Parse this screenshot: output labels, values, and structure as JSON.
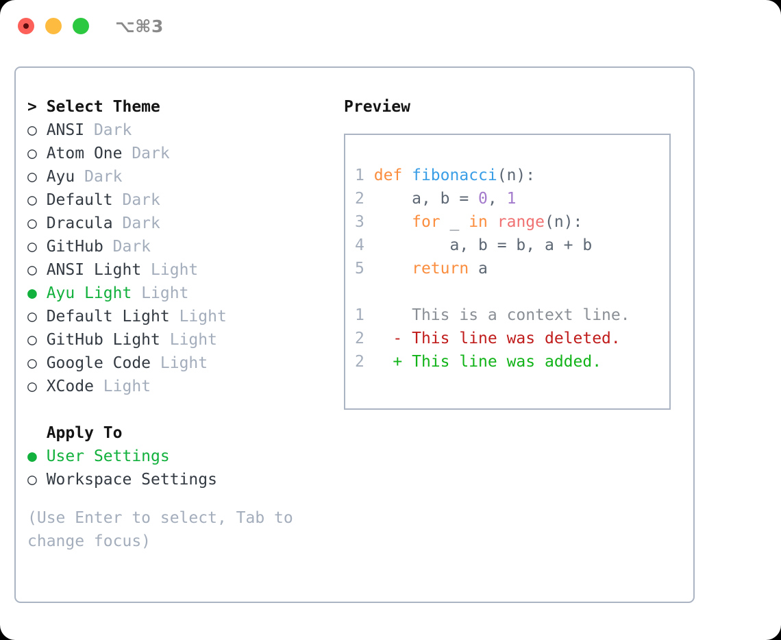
{
  "titlebar": {
    "shortcut": "⌥⌘3",
    "buttons": [
      {
        "name": "close",
        "color": "#fc6058"
      },
      {
        "name": "minimize",
        "color": "#fdbc40"
      },
      {
        "name": "zoom",
        "color": "#2bc840"
      }
    ]
  },
  "theme_section": {
    "header": "> Select Theme",
    "items": [
      {
        "bullet": "○",
        "label": "ANSI",
        "kind": "Dark",
        "selected": false
      },
      {
        "bullet": "○",
        "label": "Atom One",
        "kind": "Dark",
        "selected": false
      },
      {
        "bullet": "○",
        "label": "Ayu",
        "kind": "Dark",
        "selected": false
      },
      {
        "bullet": "○",
        "label": "Default",
        "kind": "Dark",
        "selected": false
      },
      {
        "bullet": "○",
        "label": "Dracula",
        "kind": "Dark",
        "selected": false
      },
      {
        "bullet": "○",
        "label": "GitHub",
        "kind": "Dark",
        "selected": false
      },
      {
        "bullet": "○",
        "label": "ANSI Light",
        "kind": "Light",
        "selected": false
      },
      {
        "bullet": "●",
        "label": "Ayu Light",
        "kind": "Light",
        "selected": true
      },
      {
        "bullet": "○",
        "label": "Default Light",
        "kind": "Light",
        "selected": false
      },
      {
        "bullet": "○",
        "label": "GitHub Light",
        "kind": "Light",
        "selected": false
      },
      {
        "bullet": "○",
        "label": "Google Code",
        "kind": "Light",
        "selected": false
      },
      {
        "bullet": "○",
        "label": "XCode",
        "kind": "Light",
        "selected": false
      }
    ]
  },
  "apply_section": {
    "header": "  Apply To",
    "items": [
      {
        "bullet": "●",
        "label": "User Settings",
        "selected": true
      },
      {
        "bullet": "○",
        "label": "Workspace Settings",
        "selected": false
      }
    ]
  },
  "help": {
    "line1": "(Use Enter to select, Tab to",
    "line2": "change focus)"
  },
  "preview": {
    "title": "Preview",
    "code_lines": [
      {
        "lineno": "1",
        "tokens": [
          {
            "text": "def ",
            "type": "kw"
          },
          {
            "text": "fibonacci",
            "type": "fn"
          },
          {
            "text": "(n):",
            "type": "plain"
          }
        ]
      },
      {
        "lineno": "2",
        "tokens": [
          {
            "text": "    a, b = ",
            "type": "plain"
          },
          {
            "text": "0",
            "type": "num"
          },
          {
            "text": ", ",
            "type": "plain"
          },
          {
            "text": "1",
            "type": "num"
          }
        ]
      },
      {
        "lineno": "3",
        "tokens": [
          {
            "text": "    ",
            "type": "plain"
          },
          {
            "text": "for",
            "type": "kw"
          },
          {
            "text": " _ ",
            "type": "plain"
          },
          {
            "text": "in",
            "type": "kw"
          },
          {
            "text": " ",
            "type": "plain"
          },
          {
            "text": "range",
            "type": "call"
          },
          {
            "text": "(n):",
            "type": "plain"
          }
        ]
      },
      {
        "lineno": "4",
        "tokens": [
          {
            "text": "        a, b = b, a + b",
            "type": "plain"
          }
        ]
      },
      {
        "lineno": "5",
        "tokens": [
          {
            "text": "    ",
            "type": "plain"
          },
          {
            "text": "return",
            "type": "kw"
          },
          {
            "text": " a",
            "type": "plain"
          }
        ]
      }
    ],
    "diff_lines": [
      {
        "lineno": "1",
        "marker": " ",
        "text": "This is a context line.",
        "kind": "ctx"
      },
      {
        "lineno": "2",
        "marker": "-",
        "text": "This line was deleted.",
        "kind": "del"
      },
      {
        "lineno": "2",
        "marker": "+",
        "text": "This line was added.",
        "kind": "add"
      }
    ]
  },
  "colors": {
    "accent_green": "#12b03c",
    "muted": "#a3adbb",
    "border": "#aab4c2",
    "keyword": "#fa8d3e",
    "function": "#399ee6",
    "number": "#a37acc",
    "call": "#f07171",
    "diff_delete": "#c01c1c",
    "diff_add": "#11b318"
  }
}
